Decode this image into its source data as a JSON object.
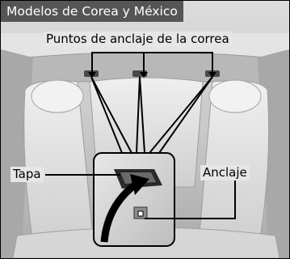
{
  "header": {
    "title": "Modelos de Corea y México"
  },
  "labels": {
    "anchor_points": "Puntos de anclaje de la correa",
    "cover": "Tapa",
    "anchor": "Anclaje"
  },
  "colors": {
    "title_bg": "#555555",
    "title_text": "#ffffff",
    "callout_line": "#000000"
  }
}
